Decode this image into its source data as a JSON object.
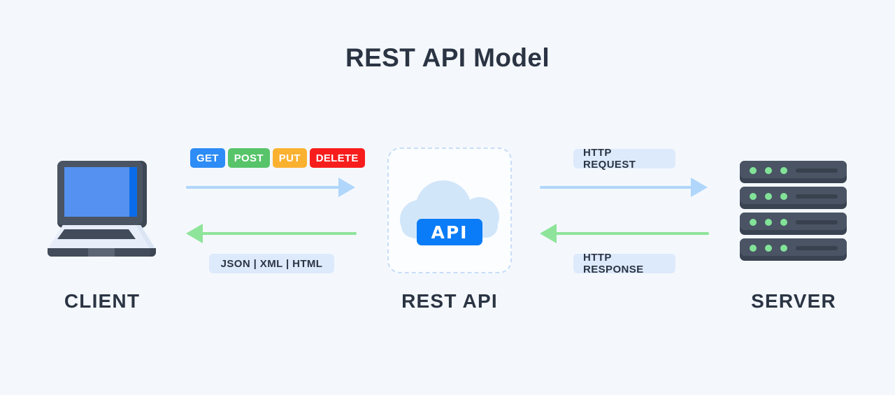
{
  "page": {
    "title": "REST API Model",
    "background_color": "#f4f8fd",
    "text_color": "#2b3443"
  },
  "nodes": {
    "client": {
      "label": "CLIENT",
      "icon": "laptop-icon"
    },
    "rest_api": {
      "label": "REST API",
      "icon": "cloud-icon",
      "badge": "API",
      "badge_color": "#0a7cf7"
    },
    "server": {
      "label": "SERVER",
      "icon": "server-rack-icon",
      "rack_count": 4,
      "led_color": "#82e398"
    }
  },
  "http_methods": [
    {
      "label": "GET",
      "color": "#2d8cf5"
    },
    {
      "label": "POST",
      "color": "#57c46a"
    },
    {
      "label": "PUT",
      "color": "#fbb130"
    },
    {
      "label": "DELETE",
      "color": "#f71d1d"
    }
  ],
  "pills": {
    "formats": "JSON | XML | HTML",
    "http_request": "HTTP REQUEST",
    "http_response": "HTTP RESPONSE"
  },
  "arrows": {
    "client_to_api": {
      "direction": "right",
      "color": "#b0d6fb"
    },
    "api_to_client": {
      "direction": "left",
      "color": "#8ee49a"
    },
    "api_to_server": {
      "direction": "right",
      "color": "#b0d6fb"
    },
    "server_to_api": {
      "direction": "left",
      "color": "#8ee49a"
    }
  }
}
